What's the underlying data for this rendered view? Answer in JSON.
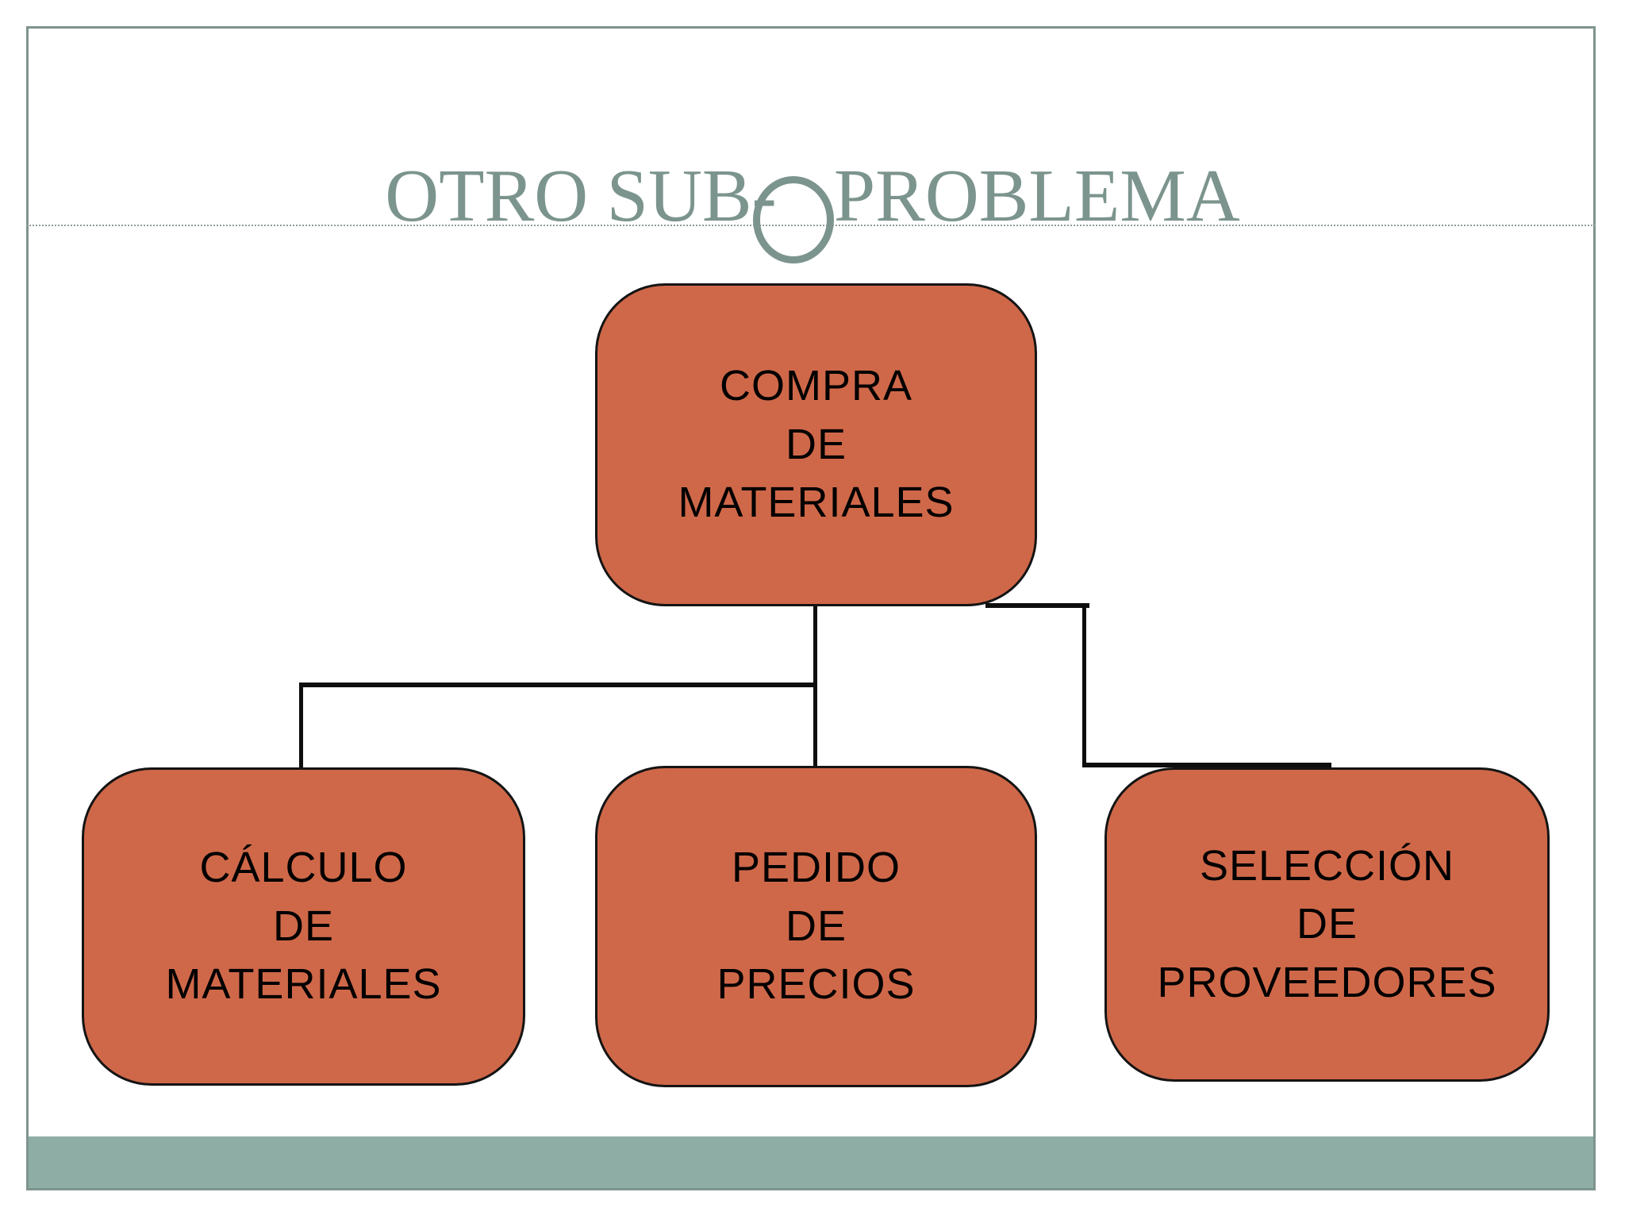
{
  "slide": {
    "title": {
      "before_ring": "OTRO SUB-",
      "after_ring": "PROBLEMA"
    },
    "diagram": {
      "root": {
        "label": "COMPRA\nDE\nMATERIALES"
      },
      "children": [
        {
          "label": "CÁLCULO\nDE\nMATERIALES"
        },
        {
          "label": "PEDIDO\nDE\nPRECIOS"
        },
        {
          "label": "SELECCIÓN\nDE\nPROVEEDORES"
        }
      ]
    },
    "colors": {
      "title_teal": "#7c948e",
      "frame_teal": "#7e948e",
      "rule_gray": "#8f9e99",
      "accent_teal": "#8dada5",
      "node_fill": "#cf6849",
      "node_border": "#141414",
      "connector": "#0e0e0e"
    }
  }
}
